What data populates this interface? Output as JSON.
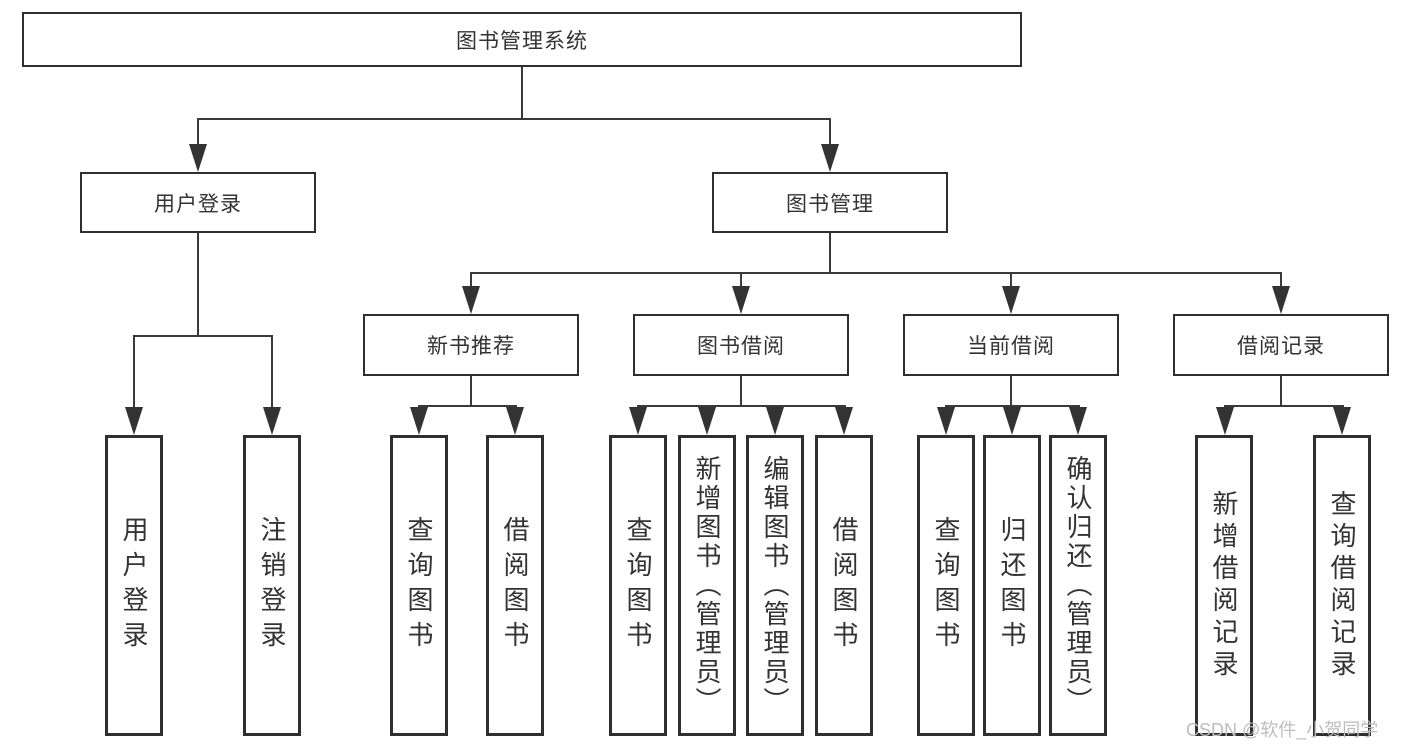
{
  "tree": {
    "root": "图书管理系统",
    "children": [
      {
        "label": "用户登录",
        "leaves": [
          "用户登录",
          "注销登录"
        ]
      },
      {
        "label": "图书管理",
        "children": [
          {
            "label": "新书推荐",
            "leaves": [
              "查询图书",
              "借阅图书"
            ]
          },
          {
            "label": "图书借阅",
            "leaves": [
              "查询图书",
              "新增图书（管理员）",
              "编辑图书（管理员）",
              "借阅图书"
            ]
          },
          {
            "label": "当前借阅",
            "leaves": [
              "查询图书",
              "归还图书",
              "确认归还（管理员）"
            ]
          },
          {
            "label": "借阅记录",
            "leaves": [
              "新增借阅记录",
              "查询借阅记录"
            ]
          }
        ]
      }
    ]
  },
  "watermark": "CSDN @软件_小贺同学",
  "colors": {
    "background": "#ffffff",
    "box_border": "#2f2f2f",
    "line": "#3a3a3a",
    "text": "#333333",
    "watermark": "#bdbdbd"
  }
}
